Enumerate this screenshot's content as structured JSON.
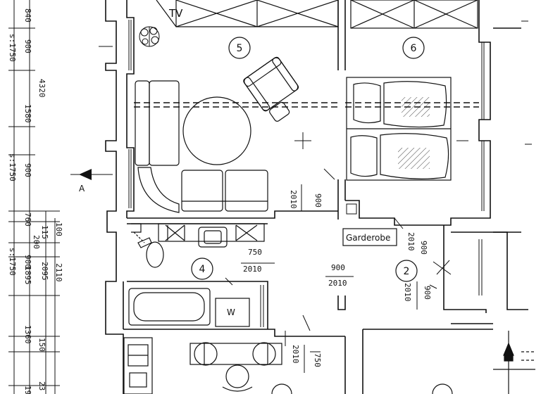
{
  "labels": {
    "tv": "TV",
    "garderobe": "Garderobe",
    "washer": "W",
    "section_marker": "A"
  },
  "rooms": [
    "5",
    "6",
    "4",
    "2"
  ],
  "dims": {
    "d750_a": "750",
    "d2010_a": "2010",
    "d900_hall": "900",
    "d2010_hall": "2010",
    "d900_v1": "900",
    "d2010_v1": "2010",
    "d900_v2": "900",
    "d2010_v2": "2010",
    "d900_v3": "900",
    "d2010_v3": "2010",
    "d750_b": "750",
    "d2010_b": "2010"
  },
  "left_dims": [
    "840",
    "900",
    "s:1750",
    "4320",
    "1580",
    "900",
    "s:1750",
    "760",
    "115",
    "100",
    "200",
    "2110",
    "900",
    "2095",
    "s:1750",
    "1895",
    "1360",
    "150",
    "23",
    "19"
  ]
}
